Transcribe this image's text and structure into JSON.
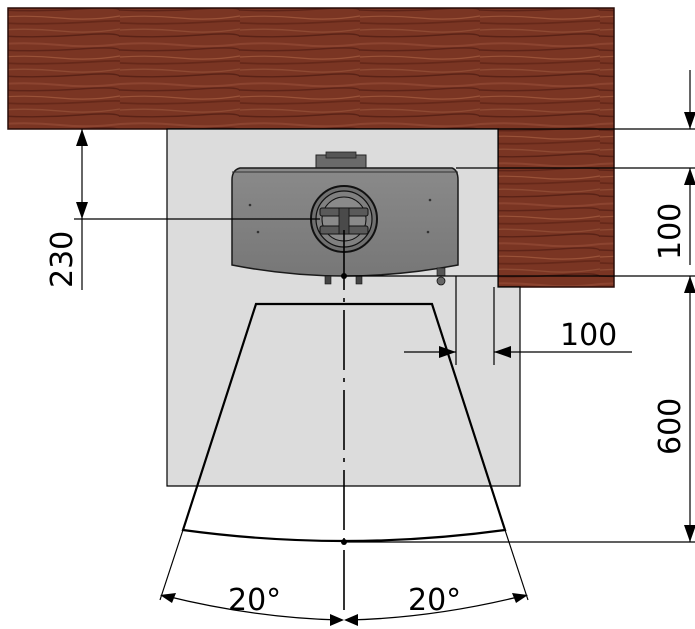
{
  "colors": {
    "wood_dark": "#6b2a1c",
    "wood_mid": "#7f3a26",
    "wood_light": "#94543a",
    "floor_plate": "#dcdcdc",
    "stove_body": "#808080",
    "stove_top": "#6e6e6e",
    "line": "#000000"
  },
  "icons": {
    "flue_outlet": "circular-flue-outlet-icon"
  },
  "dimensions": {
    "top_clearance": "100",
    "side_clearance": "100",
    "rear_to_wall": "230",
    "front_clearance": "600"
  },
  "angles": {
    "left": "20°",
    "right": "20°"
  }
}
